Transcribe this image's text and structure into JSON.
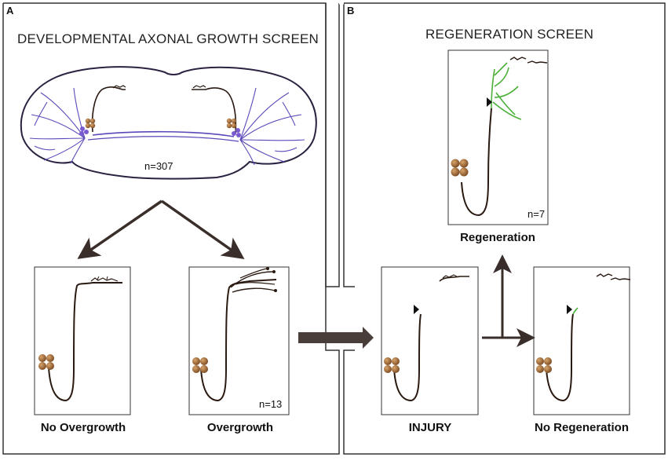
{
  "panel_a": {
    "letter": "A",
    "title": "DEVELOPMENTAL AXONAL GROWTH SCREEN",
    "brain_count": "n=307",
    "outcomes": [
      {
        "caption": "No Overgrowth",
        "count": ""
      },
      {
        "caption": "Overgrowth",
        "count": "n=13"
      }
    ]
  },
  "panel_b": {
    "letter": "B",
    "title": "REGENERATION SCREEN",
    "injury_caption": "INJURY",
    "outcomes": [
      {
        "caption": "Regeneration",
        "count": "n=7"
      },
      {
        "caption": "No Regeneration",
        "count": ""
      }
    ]
  },
  "colors": {
    "frame": "#333333",
    "axon": "#2a1a12",
    "brain_outline": "#2b2140",
    "trachea": "#5b48b8",
    "cell_body": "#8a5a2e",
    "regrowth": "#4caf3a",
    "arrow": "#3a2e2a"
  },
  "icons": {
    "lesion_marker": "black-triangle-icon",
    "neuron": "neuron-drawing"
  }
}
